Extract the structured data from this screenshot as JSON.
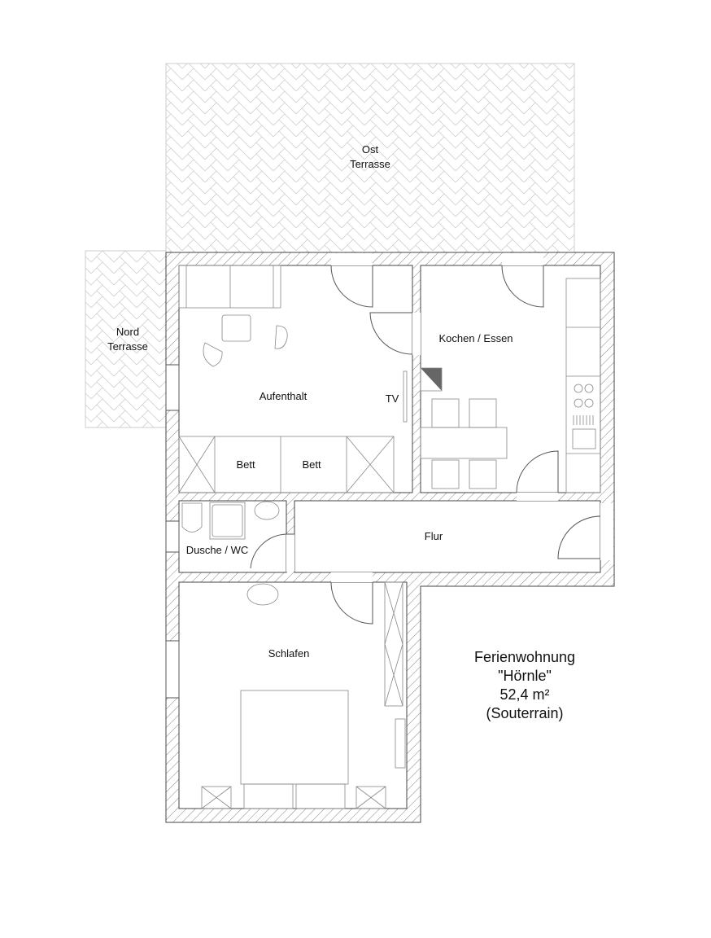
{
  "terraces": {
    "ost": [
      "Ost",
      "Terrasse"
    ],
    "nord": [
      "Nord",
      "Terrasse"
    ]
  },
  "rooms": {
    "aufenthalt": "Aufenthalt",
    "tv": "TV",
    "bett1": "Bett",
    "bett2": "Bett",
    "kochen": "Kochen / Essen",
    "dusche": "Dusche / WC",
    "flur": "Flur",
    "schlafen": "Schlafen"
  },
  "info": [
    "Ferienwohnung",
    "\"Hörnle\"",
    "52,4 m²",
    "(Souterrain)"
  ]
}
